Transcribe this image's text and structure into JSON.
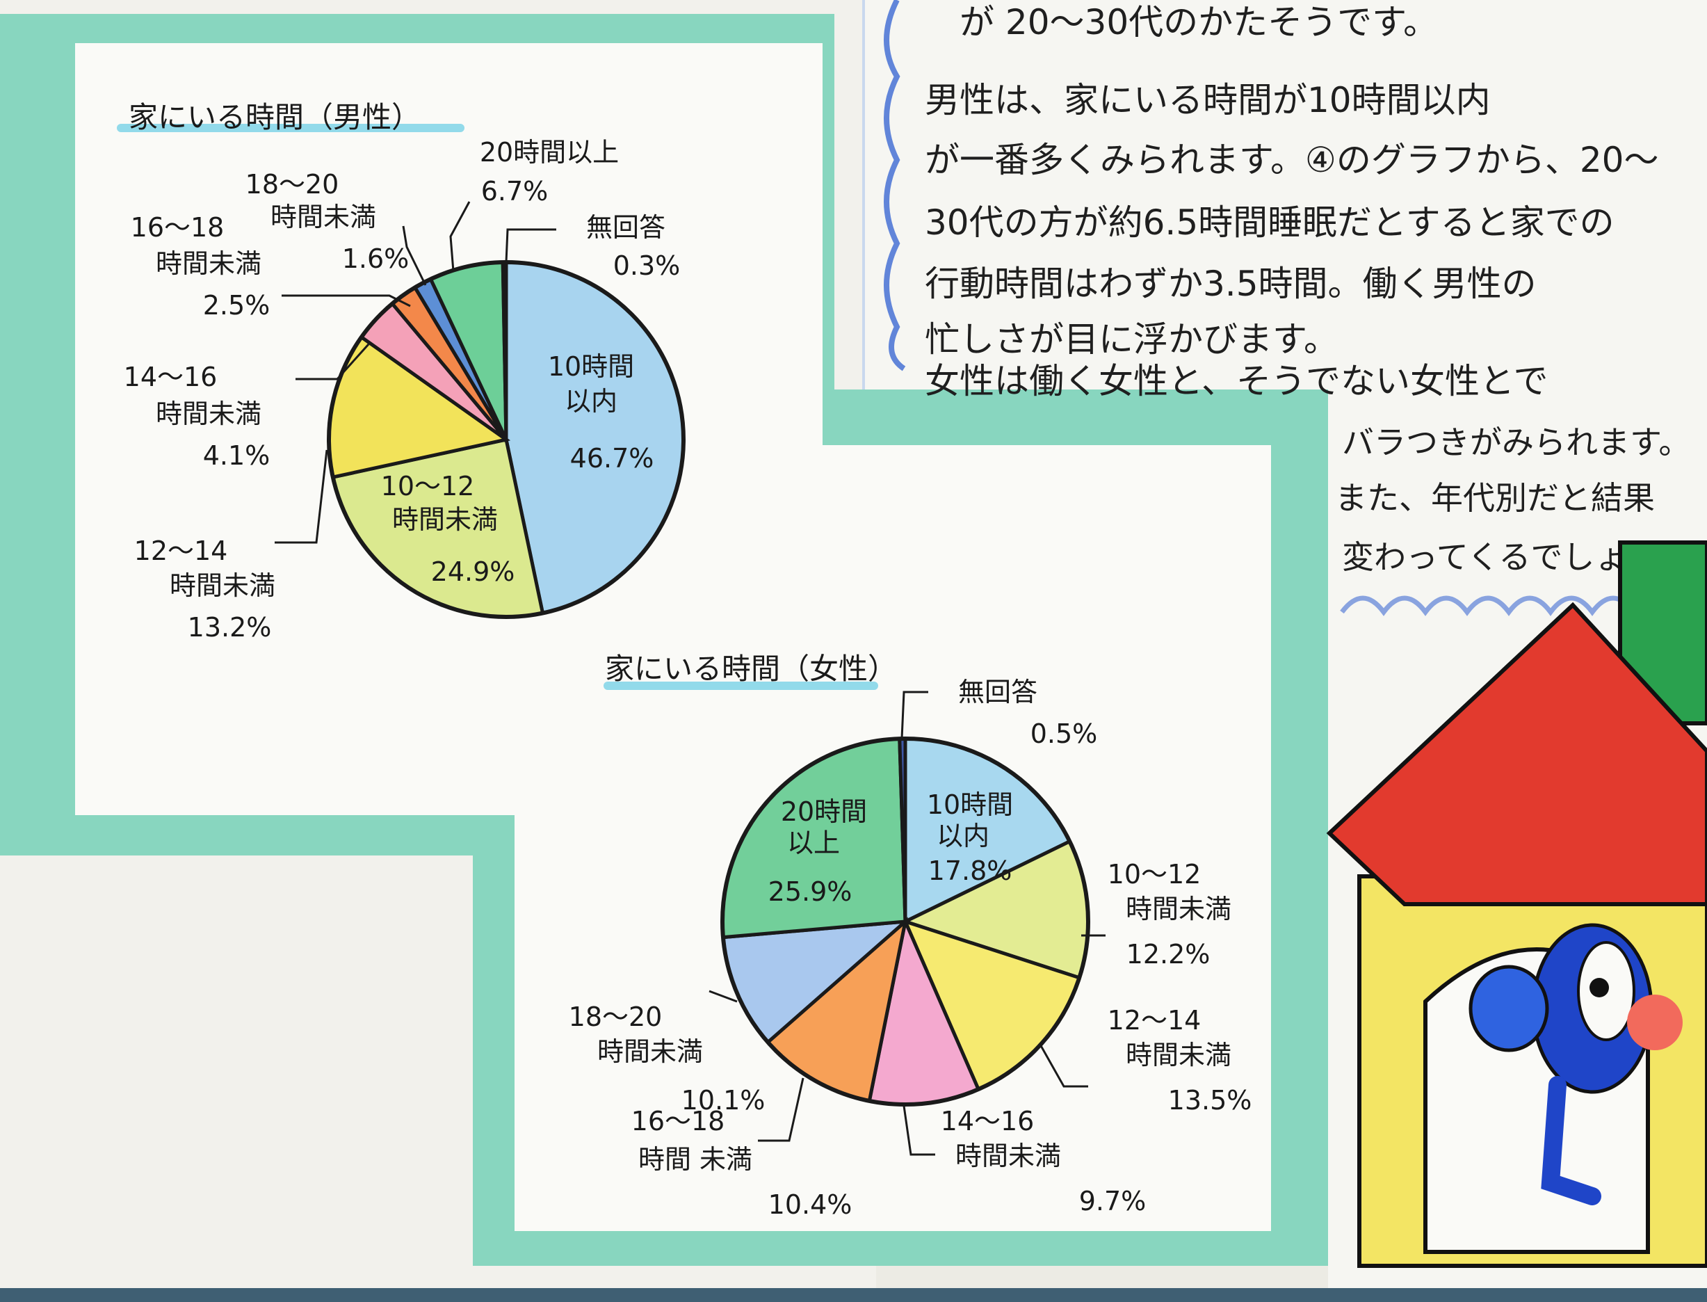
{
  "chart_data": [
    {
      "type": "pie",
      "title": "家にいる時間（男性）",
      "slices": [
        {
          "label": "10時間以内",
          "value": 46.7,
          "color": "#a8d4ef"
        },
        {
          "label": "10〜12時間未満",
          "value": 24.9,
          "color": "#dbe98f"
        },
        {
          "label": "12〜14時間未満",
          "value": 13.2,
          "color": "#f2e35a"
        },
        {
          "label": "14〜16時間未満",
          "value": 4.1,
          "color": "#f4a1b8"
        },
        {
          "label": "16〜18時間未満",
          "value": 2.5,
          "color": "#f3884a"
        },
        {
          "label": "18〜20時間未満",
          "value": 1.6,
          "color": "#5d8fd6"
        },
        {
          "label": "20時間以上",
          "value": 6.7,
          "color": "#6dcf98"
        },
        {
          "label": "無回答",
          "value": 0.3,
          "color": "#b0c4d8"
        }
      ],
      "labels": {
        "s0": "10時間",
        "s0b": "以内",
        "s0c": "46.7%",
        "s1": "10〜12",
        "s1b": "時間未満",
        "s1c": "24.9%",
        "s2": "12〜14",
        "s2b": "時間未満",
        "s2c": "13.2%",
        "s3": "14〜16",
        "s3b": "時間未満",
        "s3c": "4.1%",
        "s4": "16〜18",
        "s4b": "時間未満",
        "s4c": "2.5%",
        "s5": "18〜20",
        "s5b": "時間未満",
        "s5c": "1.6%",
        "s6": "20時間以上",
        "s6c": "6.7%",
        "s7": "無回答",
        "s7c": "0.3%"
      }
    },
    {
      "type": "pie",
      "title": "家にいる時間（女性）",
      "slices": [
        {
          "label": "10時間以内",
          "value": 17.8,
          "color": "#a8d8ef"
        },
        {
          "label": "10〜12時間未満",
          "value": 12.2,
          "color": "#e3ec93"
        },
        {
          "label": "12〜14時間未満",
          "value": 13.5,
          "color": "#f6ea70"
        },
        {
          "label": "14〜16時間未満",
          "value": 9.7,
          "color": "#f4a9cf"
        },
        {
          "label": "16〜18時間未満",
          "value": 10.4,
          "color": "#f7a057"
        },
        {
          "label": "18〜20時間未満",
          "value": 10.1,
          "color": "#a9c8ee"
        },
        {
          "label": "20時間以上",
          "value": 25.9,
          "color": "#72cf9a"
        },
        {
          "label": "無回答",
          "value": 0.5,
          "color": "#3e58a6"
        }
      ],
      "labels": {
        "s0": "10時間",
        "s0b": "以内",
        "s0c": "17.8%",
        "s1": "10〜12",
        "s1b": "時間未満",
        "s1c": "12.2%",
        "s2": "12〜14",
        "s2b": "時間未満",
        "s2c": "13.5%",
        "s3": "14〜16",
        "s3b": "時間未満",
        "s3c": "9.7%",
        "s4": "16〜18",
        "s4b": "時間 未満",
        "s4c": "10.4%",
        "s5": "18〜20",
        "s5b": "時間未満",
        "s5c": "10.1%",
        "s6": "20時間",
        "s6b": "以上",
        "s6c": "25.9%",
        "s7": "無回答",
        "s7c": "0.5%"
      }
    }
  ],
  "memo": {
    "line0": "が 20〜30代のかたそうです。",
    "line1": "男性は、家にいる時間が10時間以内",
    "line2": "が一番多くみられます。④のグラフから、20〜",
    "line3": "30代の方が約6.5時間睡眠だとすると家での",
    "line4": "行動時間はわずか3.5時間。働く男性の",
    "line5": "忙しさが目に浮かびます。",
    "line6": "女性は働く女性と、そうでない女性とで",
    "line7": "バラつきがみられます。",
    "line8": "また、年代別だと結果",
    "line9": "変わってくるでしょう。"
  },
  "colors": {
    "mat": "#88d6bf",
    "paper": "#fafaf7",
    "house_roof": "#e23a2e",
    "house_wall": "#f3e564",
    "mascot": "#1f45c8",
    "chimney": "#2aa14e"
  }
}
